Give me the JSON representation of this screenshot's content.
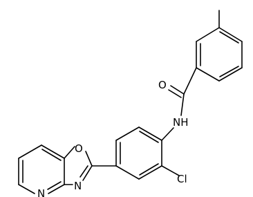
{
  "molecule": {
    "atoms": {
      "O_carbonyl": "O",
      "NH": "NH",
      "Cl": "Cl",
      "O_ring": "O",
      "N_oxazole": "N",
      "N_pyridine": "N"
    }
  }
}
